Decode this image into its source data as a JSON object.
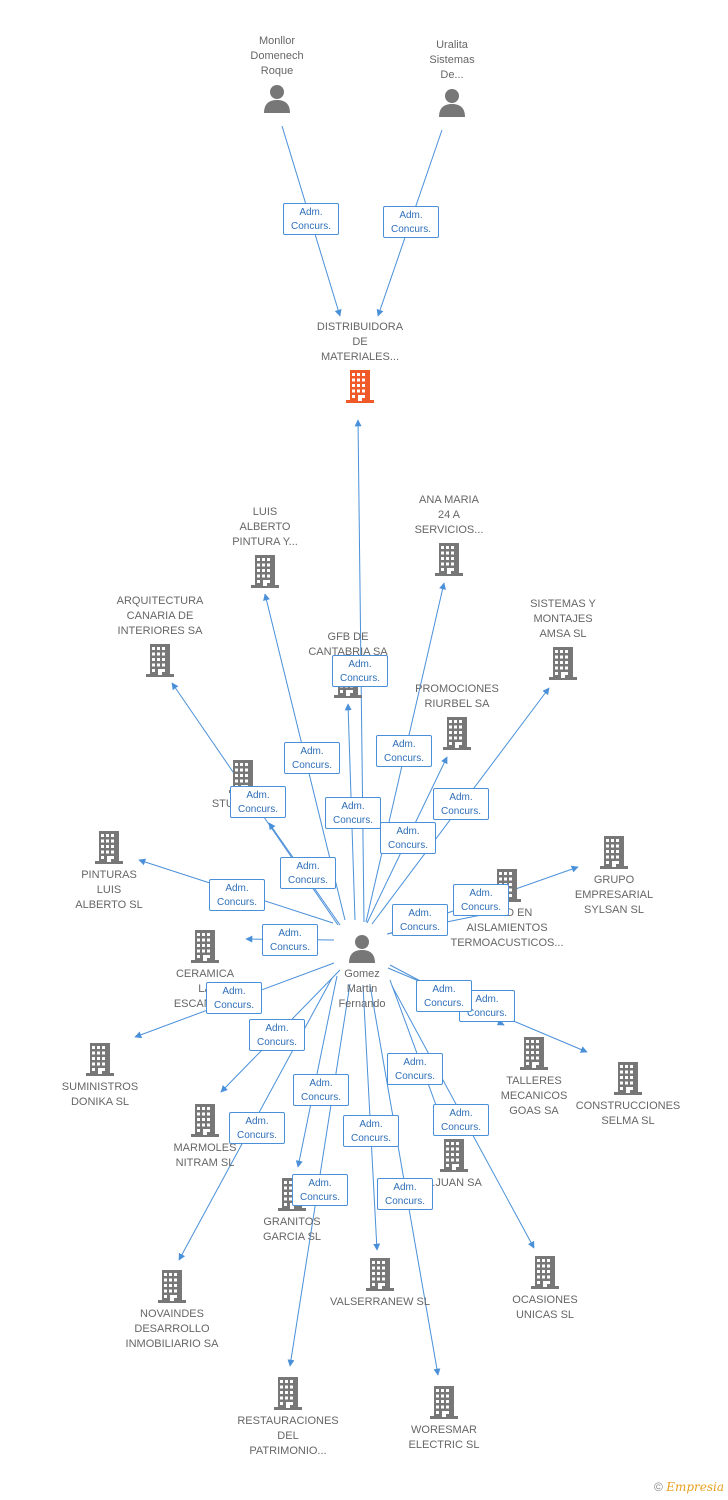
{
  "diagram": {
    "edge_label": "Adm.\nConcurs.",
    "colors": {
      "edge": "#4a90d9",
      "icon": "#777777",
      "focus": "#f05a28"
    },
    "focus": {
      "id": "distribuidora",
      "label": "DISTRIBUIDORA\nDE\nMATERIALES..."
    },
    "nodes": [
      {
        "id": "monllor",
        "label": "Monllor\nDomenech\nRoque",
        "kind": "person"
      },
      {
        "id": "uralita",
        "label": "Uralita\nSistemas\nDe...",
        "kind": "person"
      },
      {
        "id": "gomez",
        "label": "Gomez\nMartin\nFernando",
        "kind": "person"
      },
      {
        "id": "luis_pintura",
        "label": "LUIS\nALBERTO\nPINTURA Y...",
        "kind": "company"
      },
      {
        "id": "ana_maria",
        "label": "ANA MARIA\n24 A\nSERVICIOS...",
        "kind": "company"
      },
      {
        "id": "arquitectura",
        "label": "ARQUITECTURA\nCANARIA DE\nINTERIORES SA",
        "kind": "company"
      },
      {
        "id": "gfb",
        "label": "GFB DE\nCANTABRIA SA",
        "kind": "company"
      },
      {
        "id": "sistemas",
        "label": "SISTEMAS Y\nMONTAJES\nAMSA SL",
        "kind": "company"
      },
      {
        "id": "promociones",
        "label": "PROMOCIONES\nRIURBEL SA",
        "kind": "company"
      },
      {
        "id": "sturge",
        "label": "STURGE SL",
        "kind": "company"
      },
      {
        "id": "pinturas",
        "label": "PINTURAS\nLUIS\nALBERTO SL",
        "kind": "company"
      },
      {
        "id": "grupo",
        "label": "GRUPO\nEMPRESARIAL\nSYLSAN SL",
        "kind": "company"
      },
      {
        "id": "aislamientos",
        "label": "...DAD EN\nAISLAMIENTOS\nTERMOACUSTICOS...",
        "kind": "company"
      },
      {
        "id": "ceramica",
        "label": "CERAMICA\nLA\nESCANDE...",
        "kind": "company"
      },
      {
        "id": "suministros",
        "label": "SUMINISTROS\nDONIKA SL",
        "kind": "company"
      },
      {
        "id": "talleres",
        "label": "TALLERES\nMECANICOS\nGOAS SA",
        "kind": "company"
      },
      {
        "id": "construcciones",
        "label": "CONSTRUCCIONES\nSELMA SL",
        "kind": "company"
      },
      {
        "id": "marmoles",
        "label": "MARMOLES\nNITRAM SL",
        "kind": "company"
      },
      {
        "id": "juan",
        "label": "...JUAN SA",
        "kind": "company"
      },
      {
        "id": "granitos",
        "label": "GRANITOS\nGARCIA SL",
        "kind": "company"
      },
      {
        "id": "novaindes",
        "label": "NOVAINDES\nDESARROLLO\nINMOBILIARIO SA",
        "kind": "company"
      },
      {
        "id": "valserranew",
        "label": "VALSERRANEW SL",
        "kind": "company"
      },
      {
        "id": "ocasiones",
        "label": "OCASIONES\nUNICAS SL",
        "kind": "company"
      },
      {
        "id": "restauraciones",
        "label": "RESTAURACIONES\nDEL\nPATRIMONIO...",
        "kind": "company"
      },
      {
        "id": "woresmar",
        "label": "WORESMAR\nELECTRIC SL",
        "kind": "company"
      }
    ],
    "edges": [
      {
        "from": "monllor",
        "to": "distribuidora",
        "label": "Adm.\nConcurs."
      },
      {
        "from": "uralita",
        "to": "distribuidora",
        "label": "Adm.\nConcurs."
      },
      {
        "from": "gomez",
        "to": "distribuidora",
        "label": "Adm.\nConcurs."
      },
      {
        "from": "gomez",
        "to": "luis_pintura",
        "label": "Adm.\nConcurs."
      },
      {
        "from": "gomez",
        "to": "ana_maria",
        "label": "Adm.\nConcurs."
      },
      {
        "from": "gomez",
        "to": "arquitectura",
        "label": "Adm.\nConcurs."
      },
      {
        "from": "gomez",
        "to": "gfb",
        "label": "Adm.\nConcurs."
      },
      {
        "from": "gomez",
        "to": "sistemas",
        "label": "Adm.\nConcurs."
      },
      {
        "from": "gomez",
        "to": "promociones",
        "label": "Adm.\nConcurs."
      },
      {
        "from": "gomez",
        "to": "sturge",
        "label": "Adm.\nConcurs."
      },
      {
        "from": "gomez",
        "to": "pinturas",
        "label": "Adm.\nConcurs."
      },
      {
        "from": "gomez",
        "to": "grupo",
        "label": "Adm.\nConcurs."
      },
      {
        "from": "gomez",
        "to": "aislamientos",
        "label": "Adm.\nConcurs."
      },
      {
        "from": "gomez",
        "to": "ceramica",
        "label": "Adm.\nConcurs."
      },
      {
        "from": "gomez",
        "to": "suministros",
        "label": "Adm.\nConcurs."
      },
      {
        "from": "gomez",
        "to": "talleres",
        "label": "Adm.\nConcurs."
      },
      {
        "from": "gomez",
        "to": "construcciones",
        "label": "Adm.\nConcurs."
      },
      {
        "from": "gomez",
        "to": "marmoles",
        "label": "Adm.\nConcurs."
      },
      {
        "from": "gomez",
        "to": "juan",
        "label": "Adm.\nConcurs."
      },
      {
        "from": "gomez",
        "to": "granitos",
        "label": "Adm.\nConcurs."
      },
      {
        "from": "gomez",
        "to": "novaindes",
        "label": "Adm.\nConcurs."
      },
      {
        "from": "gomez",
        "to": "valserranew",
        "label": "Adm.\nConcurs."
      },
      {
        "from": "gomez",
        "to": "ocasiones",
        "label": "Adm.\nConcurs."
      },
      {
        "from": "gomez",
        "to": "restauraciones",
        "label": "Adm.\nConcurs."
      },
      {
        "from": "gomez",
        "to": "woresmar",
        "label": "Adm.\nConcurs."
      }
    ]
  },
  "footer": {
    "copyright": "©",
    "brand": "Empresia"
  }
}
